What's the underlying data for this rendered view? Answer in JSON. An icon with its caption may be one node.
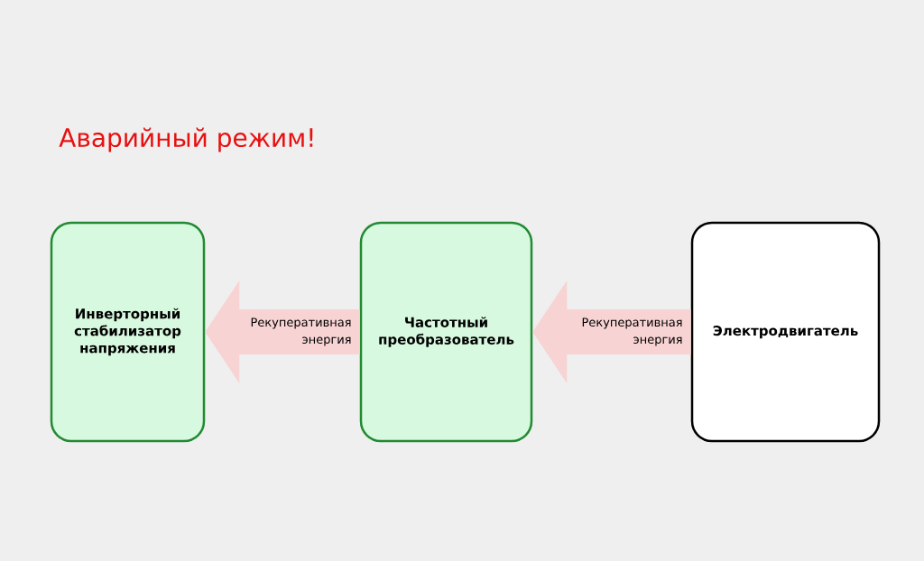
{
  "diagram": {
    "title": "Аварийный режим!",
    "nodes": [
      {
        "text": [
          "Инверторный стабилизатор напряжения"
        ]
      },
      {
        "text": [
          "Частотный преобразователь"
        ]
      },
      {
        "text": [
          "Электродвигатель"
        ]
      }
    ],
    "edges": [
      {
        "from": 2,
        "to": 1,
        "arrow": "to",
        "label": "Рекуперативная энергия"
      },
      {
        "from": 1,
        "to": 0,
        "arrow": "to",
        "label": "Рекуперативная энергия"
      }
    ]
  }
}
